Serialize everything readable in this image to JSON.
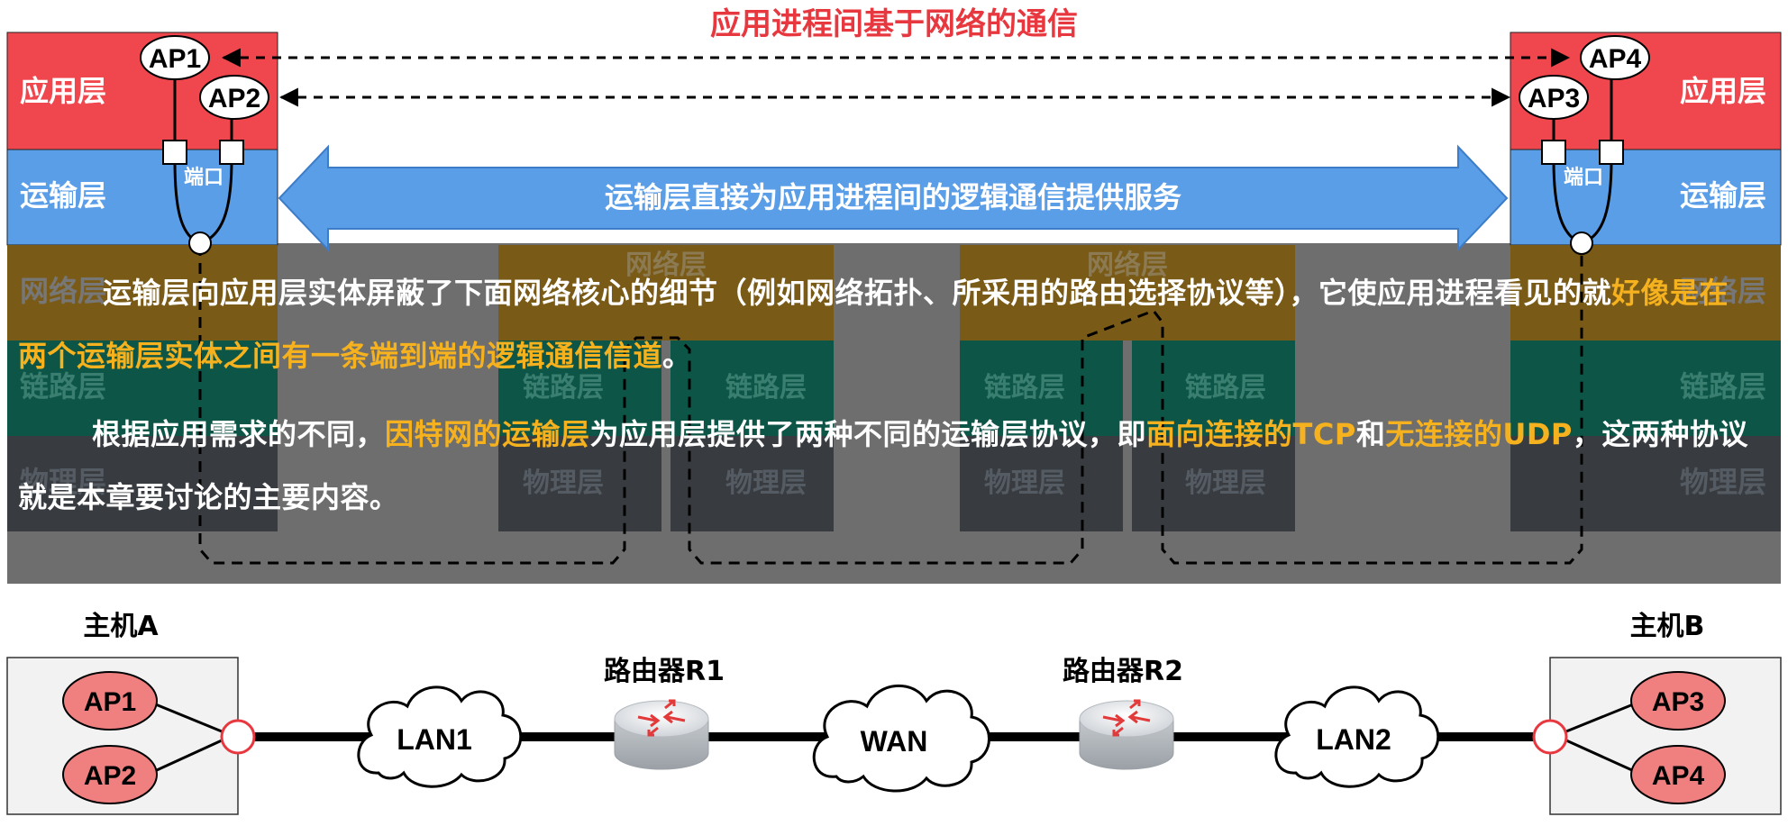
{
  "title": "应用进程间基于网络的通信",
  "layers": {
    "app": "应用层",
    "transport": "运输层",
    "network": "网络层",
    "link": "链路层",
    "physical": "物理层"
  },
  "port_label": "端口",
  "apps": {
    "ap1": "AP1",
    "ap2": "AP2",
    "ap3": "AP3",
    "ap4": "AP4"
  },
  "transport_banner": "运输层直接为应用进程间的逻辑通信提供服务",
  "paragraph1": {
    "part1": "运输层向应用层实体屏蔽了下面网络核心的细节（例如网络拓扑、所采用的路由选择协议等），它使应用进程看见的就",
    "highlight": "好像是在两个运输层实体之间有一条端到端的逻辑通信信道",
    "part2": "。"
  },
  "paragraph2": {
    "part1": "根据应用需求的不同，",
    "hl1": "因特网的运输层",
    "part2": "为应用层提供了两种不同的运输层协议，即",
    "hl2": "面向连接的TCP",
    "part3": "和",
    "hl3": "无连接的UDP",
    "part4": "，这两种协议就是本章要讨论的主要内容。"
  },
  "topology": {
    "host_a": "主机A",
    "host_b": "主机B",
    "router1": "路由器R1",
    "router2": "路由器R2",
    "lan1": "LAN1",
    "wan": "WAN",
    "lan2": "LAN2"
  },
  "colors": {
    "app_layer": "#f0474e",
    "transport_layer": "#5b9ee8",
    "network_layer": "#7a5a17",
    "link_layer": "#0d5647",
    "physical_layer": "#383c41",
    "overlay": "#6e6e6e",
    "highlight": "#f5b21e",
    "title": "#e8383f",
    "ap_fill": "#f08080"
  }
}
